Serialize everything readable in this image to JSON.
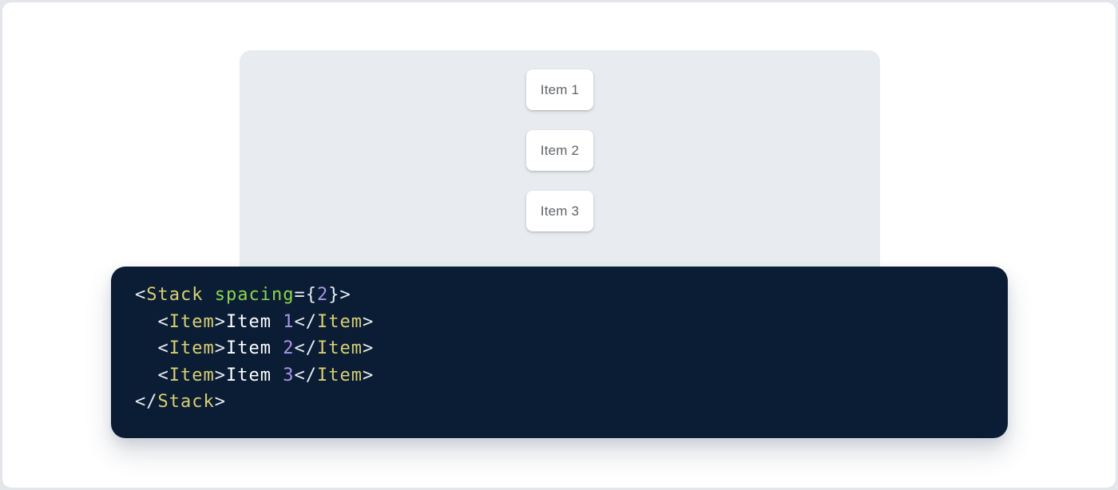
{
  "colors": {
    "page_background": "#e3e6ea",
    "canvas_background": "#ffffff",
    "canvas_border": "#e2e5e9",
    "panel_background": "#e8ebf0",
    "item_background": "#ffffff",
    "item_text": "#5f6368",
    "code_background": "#0b1d35",
    "code_punctuation": "#e9edf2",
    "code_tag": "#d8cf72",
    "code_attr_name": "#8cd54c",
    "code_number": "#ab93e8",
    "code_plain": "#ffffff"
  },
  "demo_panel": {
    "items": [
      {
        "label": "Item 1"
      },
      {
        "label": "Item 2"
      },
      {
        "label": "Item 3"
      }
    ]
  },
  "code_block": {
    "lines": [
      [
        {
          "type": "punctuation",
          "text": "<"
        },
        {
          "type": "tag",
          "text": "Stack"
        },
        {
          "type": "plain",
          "text": " "
        },
        {
          "type": "attr-name",
          "text": "spacing"
        },
        {
          "type": "punctuation",
          "text": "="
        },
        {
          "type": "punctuation",
          "text": "{"
        },
        {
          "type": "number",
          "text": "2"
        },
        {
          "type": "punctuation",
          "text": "}"
        },
        {
          "type": "punctuation",
          "text": ">"
        }
      ],
      [
        {
          "type": "plain",
          "text": "  "
        },
        {
          "type": "punctuation",
          "text": "<"
        },
        {
          "type": "tag",
          "text": "Item"
        },
        {
          "type": "punctuation",
          "text": ">"
        },
        {
          "type": "plain",
          "text": "Item "
        },
        {
          "type": "number",
          "text": "1"
        },
        {
          "type": "punctuation",
          "text": "</"
        },
        {
          "type": "tag",
          "text": "Item"
        },
        {
          "type": "punctuation",
          "text": ">"
        }
      ],
      [
        {
          "type": "plain",
          "text": "  "
        },
        {
          "type": "punctuation",
          "text": "<"
        },
        {
          "type": "tag",
          "text": "Item"
        },
        {
          "type": "punctuation",
          "text": ">"
        },
        {
          "type": "plain",
          "text": "Item "
        },
        {
          "type": "number",
          "text": "2"
        },
        {
          "type": "punctuation",
          "text": "</"
        },
        {
          "type": "tag",
          "text": "Item"
        },
        {
          "type": "punctuation",
          "text": ">"
        }
      ],
      [
        {
          "type": "plain",
          "text": "  "
        },
        {
          "type": "punctuation",
          "text": "<"
        },
        {
          "type": "tag",
          "text": "Item"
        },
        {
          "type": "punctuation",
          "text": ">"
        },
        {
          "type": "plain",
          "text": "Item "
        },
        {
          "type": "number",
          "text": "3"
        },
        {
          "type": "punctuation",
          "text": "</"
        },
        {
          "type": "tag",
          "text": "Item"
        },
        {
          "type": "punctuation",
          "text": ">"
        }
      ],
      [
        {
          "type": "punctuation",
          "text": "</"
        },
        {
          "type": "tag",
          "text": "Stack"
        },
        {
          "type": "punctuation",
          "text": ">"
        }
      ]
    ]
  }
}
